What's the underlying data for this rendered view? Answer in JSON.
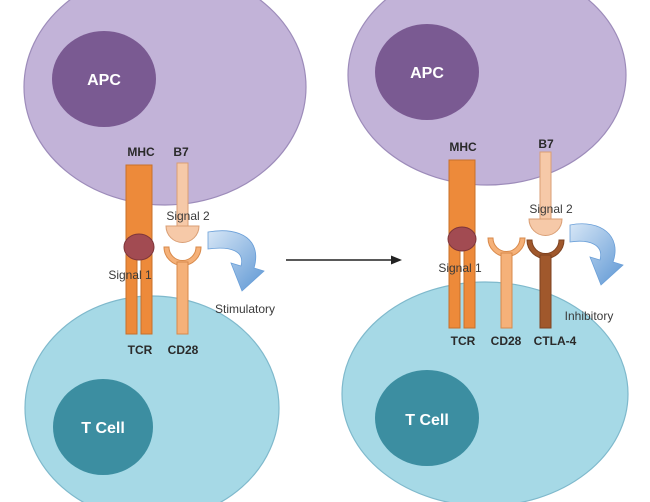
{
  "colors": {
    "apc_cell": "#c2b3d8",
    "apc_nucleus": "#7a5a92",
    "t_cell": "#a6d9e6",
    "t_nucleus": "#3c8ea1",
    "orange": "#ed8a3a",
    "peach": "#f6c9a8",
    "light_orange": "#f5b179",
    "brown": "#a0582c",
    "peptide": "#a24b52",
    "arrow_blue": "#6a9fd8"
  },
  "left_panel": {
    "apc_label": "APC",
    "tcell_label": "T Cell",
    "mhc_label": "MHC",
    "b7_label": "B7",
    "signal1_label": "Signal 1",
    "signal2_label": "Signal 2",
    "tcr_label": "TCR",
    "cd28_label": "CD28",
    "outcome_label": "Stimulatory"
  },
  "right_panel": {
    "apc_label": "APC",
    "tcell_label": "T Cell",
    "mhc_label": "MHC",
    "b7_label": "B7",
    "signal1_label": "Signal 1",
    "signal2_label": "Signal 2",
    "tcr_label": "TCR",
    "cd28_label": "CD28",
    "ctla4_label": "CTLA-4",
    "outcome_label": "Inhibitory"
  }
}
